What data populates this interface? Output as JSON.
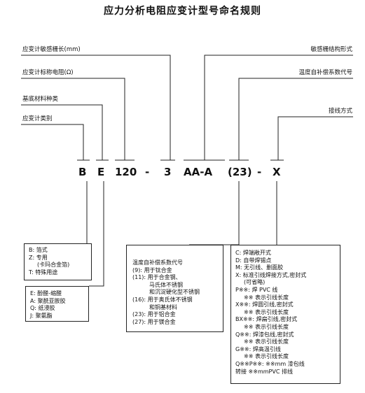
{
  "title": "应力分析电阻应变计型号命名规则",
  "labels": {
    "grid_length": "应变计敏感栅长(mm)",
    "resistance": "应变计标称电阻(Ω)",
    "base_material": "基底材料种类",
    "gauge_type": "应变计类别",
    "grid_structure": "敏感栅结构形式",
    "temp_comp": "温度自补偿系数代号",
    "wiring": "接线方式"
  },
  "code": {
    "c1": "B",
    "c2": "E",
    "c3": "120",
    "d1": "-",
    "c4": "3",
    "c5": "AA-A",
    "c6": "(23)",
    "d2": "-",
    "c7": "X"
  },
  "box_type": [
    "B: 箔式",
    "Z: 专用",
    "(卡玛合金箔)",
    "T: 特殊用途"
  ],
  "box_base": [
    "E: 酚醛-缩醛",
    "A: 聚酰亚胺胶",
    "Q: 纸浸胶",
    "J: 聚氨酯"
  ],
  "box_temp": [
    "温度自补偿系数代号",
    "(9): 用于钛合金",
    "(11): 用于合金钢、",
    "马氏体不锈钢",
    "和沉淀硬化型不锈钢",
    "(16): 用于奥氏体不锈钢",
    "和铜基材料",
    "(23): 用于铝合金",
    "(27): 用于镁合金"
  ],
  "box_wiring": [
    "C: 焊端敞开式",
    "D: 自带焊锡点",
    "M: 无引线、删面胶",
    "X: 标准引线焊接方式,密封式",
    "(可省略)",
    "P※※: 焊 PVC 线",
    "※※ 表示引线长度",
    "X※※: 焊圆引线,密封式",
    "※※ 表示引线长度",
    "BX※※: 焊扁引线,密封式",
    "※※ 表示引线长度",
    "Q※※: 焊漆包线,密封式",
    "※※ 表示引线长度",
    "G※※: 焊高温引线",
    "※※ 表示引线长度",
    "Q※※P※※: ※※mm 漆包线",
    "转接 ※※mmPVC 排线"
  ]
}
